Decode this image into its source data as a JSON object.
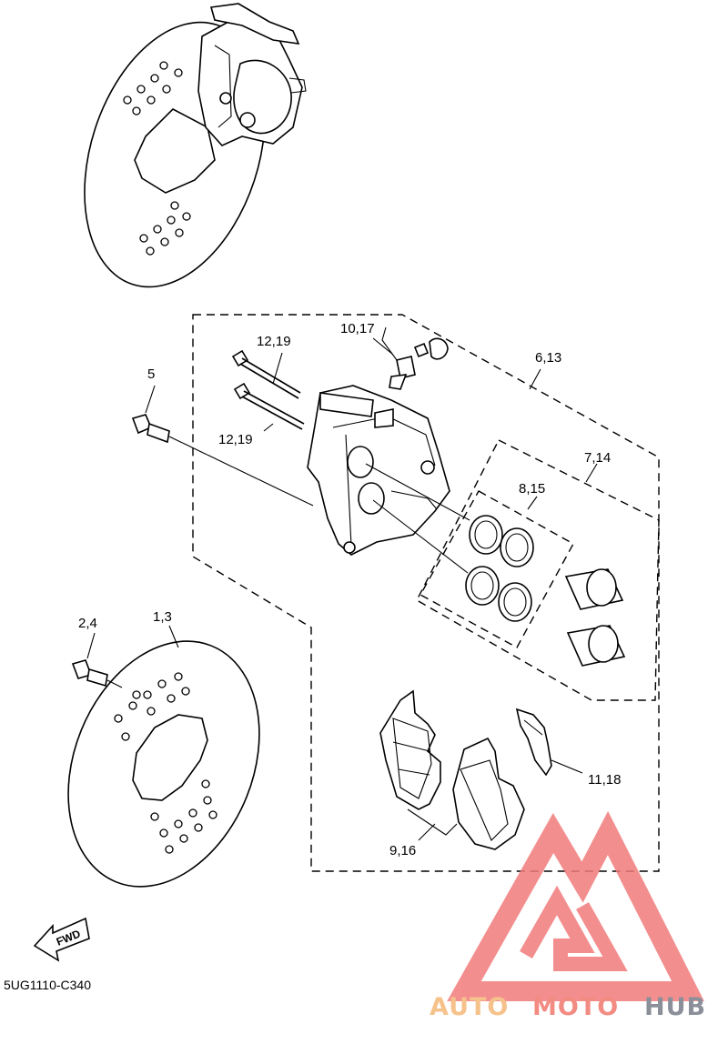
{
  "diagram": {
    "callouts": {
      "disc": "1,3",
      "disc_bolt": "2,4",
      "caliper_bolt": "5",
      "caliper_assy": "6,13",
      "piston_kit": "7,14",
      "seal_kit": "8,15",
      "pads": "9,16",
      "bleed_screw": "10,17",
      "pad_spring": "11,18",
      "pin_bolt_upper": "12,19",
      "pin_bolt_lower": "12,19"
    },
    "fwd_label": "FWD",
    "drawing_code": "5UG1110-C340"
  },
  "watermark": {
    "text_auto": "AUTO",
    "text_moto": "MOTO",
    "text_hub": "HUB",
    "colors": {
      "auto": "#f6c28c",
      "moto": "#f28b82",
      "hub": "#8a8f99",
      "logo": "#f27b7b"
    }
  }
}
